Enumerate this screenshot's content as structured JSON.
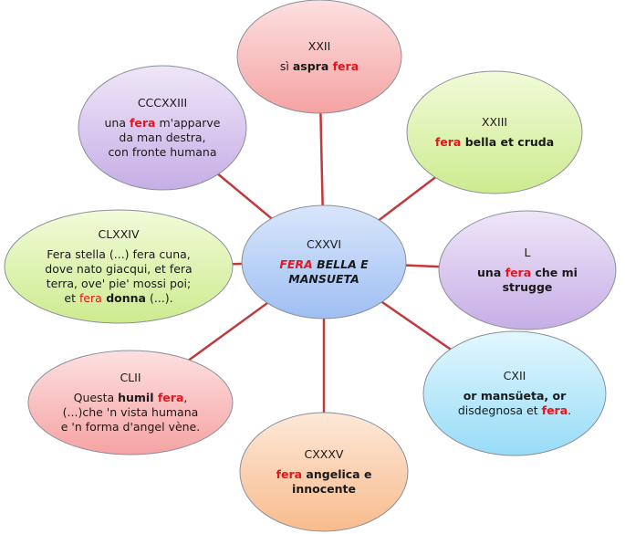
{
  "diagram": {
    "type": "mind-map",
    "center": {
      "id": "CXXVI",
      "title": "CXXVI",
      "fill_top": "#d9e6fb",
      "fill_bottom": "#9fbff3",
      "body": [
        {
          "text": "FERA",
          "style": "bold-italic-red"
        },
        {
          "text": " BELLA E\nMANSUETA",
          "style": "bold-italic"
        }
      ]
    },
    "nodes": [
      {
        "id": "XXII",
        "title": "XXII",
        "fill_top": "#fde0e0",
        "fill_bottom": "#f5a3a3",
        "body": [
          {
            "text": "sì ",
            "style": "normal"
          },
          {
            "text": "aspra ",
            "style": "bold"
          },
          {
            "text": "fera",
            "style": "bold-red"
          }
        ]
      },
      {
        "id": "XXIII",
        "title": "XXIII",
        "fill_top": "#f1fbd9",
        "fill_bottom": "#cdeb8f",
        "body": [
          {
            "text": "fera",
            "style": "bold-red"
          },
          {
            "text": " bella  et cruda",
            "style": "bold"
          }
        ]
      },
      {
        "id": "L",
        "title": "L",
        "fill_top": "#efe6f8",
        "fill_bottom": "#c6aee6",
        "body": [
          {
            "text": "una ",
            "style": "bold"
          },
          {
            "text": "fera",
            "style": "bold-red"
          },
          {
            "text": " che mi\nstrugge",
            "style": "bold"
          }
        ]
      },
      {
        "id": "CXII",
        "title": "CXII",
        "fill_top": "#e2f7fe",
        "fill_bottom": "#98dcf7",
        "body": [
          {
            "text": "or mansüeta, or\n",
            "style": "bold"
          },
          {
            "text": "disdegnosa et ",
            "style": "normal"
          },
          {
            "text": "fera",
            "style": "bold-red"
          },
          {
            "text": ".",
            "style": "normal"
          }
        ]
      },
      {
        "id": "CXXXV",
        "title": "CXXXV",
        "fill_top": "#fde8d8",
        "fill_bottom": "#f8bc8d",
        "body": [
          {
            "text": "fera",
            "style": "bold-red"
          },
          {
            "text": " angelica e\ninnocente",
            "style": "bold"
          }
        ]
      },
      {
        "id": "CLII",
        "title": "CLII",
        "fill_top": "#fde0e0",
        "fill_bottom": "#f5a3a3",
        "body": [
          {
            "text": "Questa ",
            "style": "normal"
          },
          {
            "text": "humil ",
            "style": "bold"
          },
          {
            "text": "fera",
            "style": "bold-red"
          },
          {
            "text": ",\n(...)che 'n vista humana\ne 'n forma d'angel vène.",
            "style": "normal"
          }
        ]
      },
      {
        "id": "CLXXIV",
        "title": "CLXXIV",
        "fill_top": "#f1fbd9",
        "fill_bottom": "#cdeb8f",
        "body": [
          {
            "text": "Fera stella  (...) fera cuna,\ndove nato giacqui, et fera\nterra, ove' pie' mossi poi;\net ",
            "style": "normal"
          },
          {
            "text": "fera",
            "style": "red"
          },
          {
            "text": " donna",
            "style": "bold"
          },
          {
            "text": " (...).",
            "style": "normal"
          }
        ]
      },
      {
        "id": "CCCXXIII",
        "title": "CCCXXIII",
        "fill_top": "#efe6f8",
        "fill_bottom": "#c6aee6",
        "body": [
          {
            "text": "una ",
            "style": "normal"
          },
          {
            "text": "fera",
            "style": "bold-red"
          },
          {
            "text": " m'apparve\nda man destra,\ncon fronte humana",
            "style": "normal"
          }
        ]
      }
    ],
    "connector_color": "#c0393b",
    "node_stroke": "#8a8f9a"
  }
}
